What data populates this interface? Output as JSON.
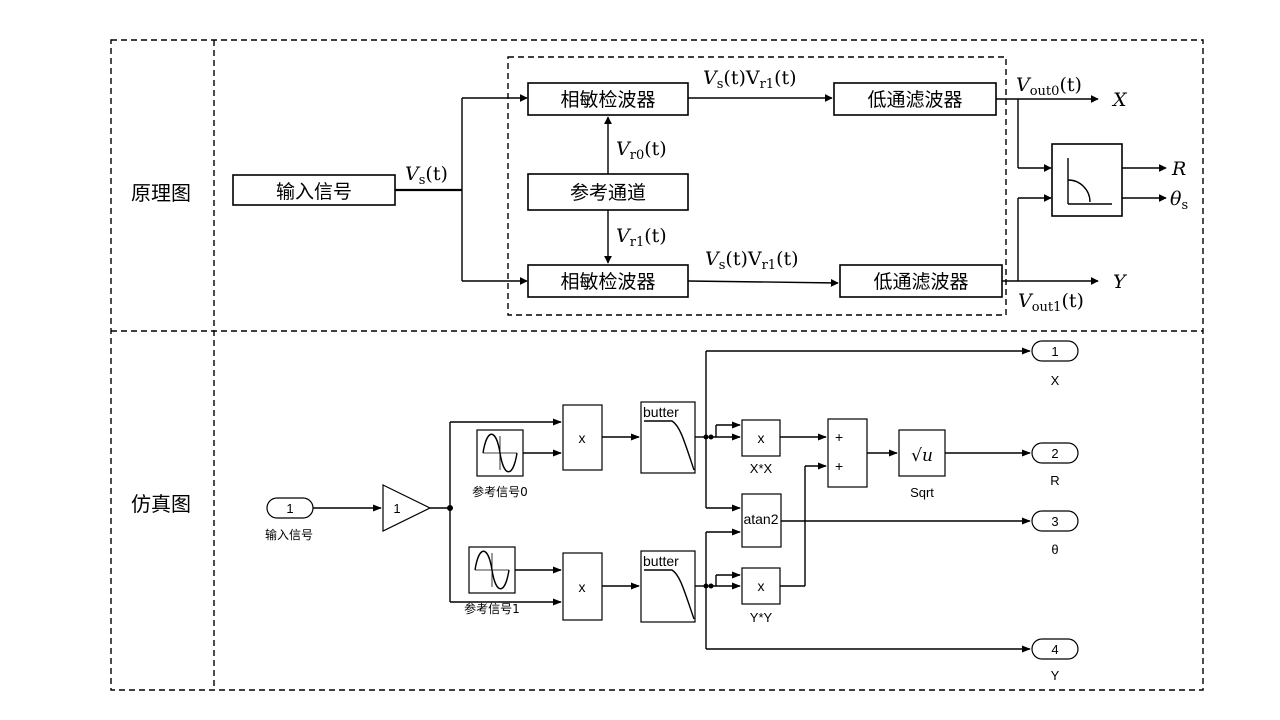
{
  "sections": {
    "principle_label": "原理图",
    "simulation_label": "仿真图"
  },
  "principle": {
    "input_block": "输入信号",
    "psd_top": "相敏检波器",
    "psd_bottom": "相敏检波器",
    "reference_block": "参考通道",
    "lpf_top": "低通滤波器",
    "lpf_bottom": "低通滤波器",
    "sig_vs": {
      "main": "V",
      "sub": "s",
      "tail": "(t)"
    },
    "sig_vr0": {
      "main": "V",
      "sub": "r0",
      "tail": "(t)"
    },
    "sig_vr1": {
      "main": "V",
      "sub": "r1",
      "tail": "(t)"
    },
    "sig_prod_top": {
      "a": "V",
      "asub": "s",
      "mid": "(t)V",
      "bsub": "r1",
      "tail": "(t)"
    },
    "sig_prod_bottom": {
      "a": "V",
      "asub": "s",
      "mid": "(t)V",
      "bsub": "r1",
      "tail": "(t)"
    },
    "sig_vout0": {
      "main": "V",
      "sub": "out0",
      "tail": "(t)"
    },
    "sig_vout1": {
      "main": "V",
      "sub": "out1",
      "tail": "(t)"
    },
    "out_x": "X",
    "out_y": "Y",
    "out_r": "R",
    "out_theta": {
      "main": "θ",
      "sub": "s"
    },
    "icon_polar": "polar-converter-icon"
  },
  "simulation": {
    "inport": {
      "number": "1",
      "label": "输入信号"
    },
    "gain": {
      "value": "1"
    },
    "ref0_label": "参考信号0",
    "ref1_label": "参考信号1",
    "mult_top": "x",
    "mult_bottom": "x",
    "butter_top": "butter",
    "butter_bottom": "butter",
    "square_x": {
      "op": "x",
      "label": "X*X"
    },
    "square_y": {
      "op": "x",
      "label": "Y*Y"
    },
    "sum": {
      "sign1": "+",
      "sign2": "+"
    },
    "atan2": "atan2",
    "sqrt": {
      "label": "Sqrt",
      "symbol": "√u"
    },
    "outports": [
      {
        "number": "1",
        "label": "X"
      },
      {
        "number": "2",
        "label": "R"
      },
      {
        "number": "3",
        "label": "θ"
      },
      {
        "number": "4",
        "label": "Y"
      }
    ]
  }
}
